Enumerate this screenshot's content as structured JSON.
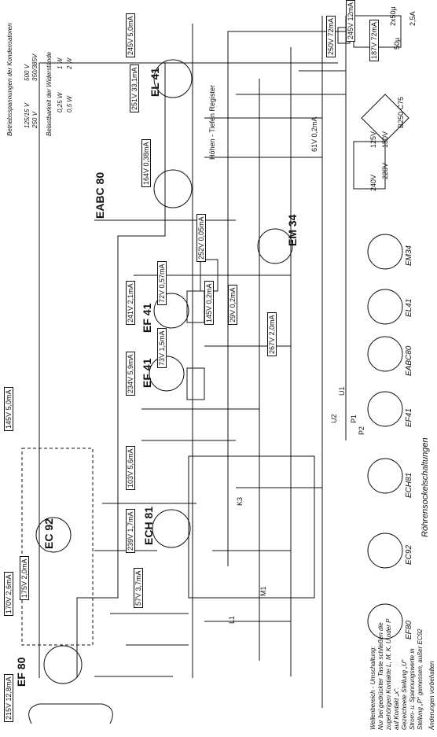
{
  "diagram": {
    "tubes": {
      "ef80": "EF 80",
      "ec92": "EC 92",
      "ech81": "ECH 81",
      "ef41_a": "EF 41",
      "ef41_b": "EF 41",
      "eabc80": "EABC 80",
      "el41": "EL 41",
      "em34": "EM 34"
    },
    "op_points": {
      "ef80_a": "215V 12,8mA",
      "ef80_b": "170V 2,6mA",
      "ec92_a": "175V 2,0mA",
      "ec92_b": "145V 5,0mA",
      "ech81_a": "57V 3,7mA",
      "ech81_b": "239V 1,7mA",
      "ech81_c": "103V 5,6mA",
      "ef41_a1": "234V 5,9mA",
      "ef41_a2": "73V 1,5mA",
      "ef41_b1": "241V 2,1mA",
      "ef41_b2": "72V 0,57mA",
      "eabc80": "164V 0,38mA",
      "em34_a": "252V 0,05mA",
      "em34_b": "145V 0,2mA",
      "em34_c": "29V 0,2mA",
      "em34_d": "267V 2,0mA",
      "el41_a": "251V 33,1mA",
      "el41_b": "245V 5,0mA",
      "psu_a": "250V 72mA",
      "psu_b": "245V 12mA",
      "psu_c": "187V 72mA",
      "psu_d": "61V 0,2mA"
    },
    "legend": {
      "title": "Betriebsspannungen der Kondensatoren",
      "v1": "500 V",
      "v2": "350/385V",
      "v3": "125/15 V",
      "v4": "250 V",
      "title2": "Belastbarkeit der Widerstände",
      "w1": "0,25 W",
      "w2": "1 W",
      "w3": "0,5 W",
      "w4": "2 W"
    },
    "notes": {
      "line1": "Wellenbereich - Umschaltung:",
      "line2": "Nur bei gedrückter Taste schließen die",
      "line3": "zugehörigen Kontakte L, M, K, U oder P",
      "line4": "auf Kontakt „x“.",
      "line5": "Gezeichnete Stellung „U“",
      "line6": "Strom- u. Spannungswerte in",
      "line7": "Stellung „P“ gemessen, außer EC92",
      "line8": "Änderungen vorbehalten"
    },
    "socket_title": "Röhrensockelschaltungen",
    "socket_tubes": [
      "EF80",
      "EC92",
      "ECH81",
      "EF41",
      "EABC80",
      "EL41",
      "EM34"
    ],
    "misc": {
      "tone": "Höhen - Tiefen Register",
      "sw_kr": "K3",
      "sw_p1": "P1",
      "sw_p2": "P2",
      "sw_u1": "U1",
      "sw_u2": "U2",
      "sw_l1": "L1",
      "sw_m": "M1",
      "v220": "220V",
      "v240": "240V",
      "v125": "125V",
      "v150": "150V",
      "fuse": "2,5A",
      "rect": "B250 C75",
      "cap": "50µ",
      "cap2": "2x50µ"
    }
  },
  "colors": {
    "ink": "#111111",
    "paper": "#ffffff",
    "box": "#111111"
  }
}
